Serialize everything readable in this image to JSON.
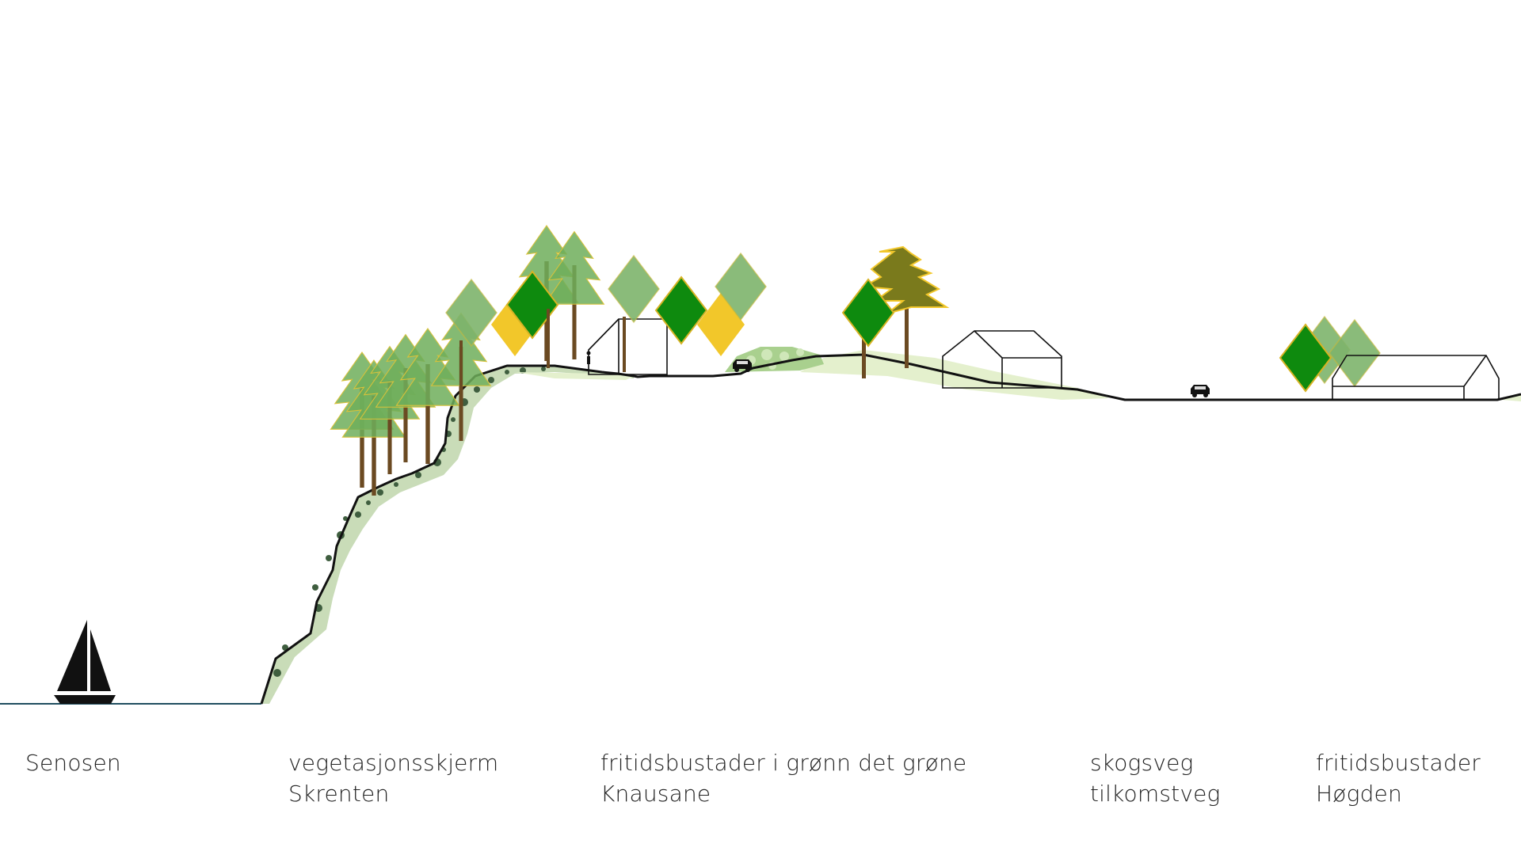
{
  "labels": {
    "senosen": {
      "line1": "Senosen"
    },
    "skrenten": {
      "line1": "vegetasjonsskjerm",
      "line2": "Skrenten"
    },
    "knausane": {
      "line1": "fritidsbustader i grønn det grøne",
      "line2": "Knausane"
    },
    "skogsveg": {
      "line1": "skogsveg",
      "line2": "tilkomstveg"
    },
    "hogden": {
      "line1": "fritidsbustader",
      "line2": "Høgden"
    }
  },
  "colors": {
    "terrain_line": "#111111",
    "water_line": "#1f4e5f",
    "slope_fill": "#c9dcb8",
    "slope_dots": "#3f5e3f",
    "light_ground": "#e4f0cd",
    "pine_green": "#6fae5a",
    "leaf_light": "#7db46c",
    "leaf_dark": "#0e8a0e",
    "leaf_yellow": "#f2c72a",
    "oak_dark": "#7a7a1c",
    "trunk": "#6b4a22"
  },
  "icons": [
    "sailboat-icon",
    "car-icon",
    "house-icon",
    "pine-tree-icon",
    "deciduous-tree-icon"
  ]
}
